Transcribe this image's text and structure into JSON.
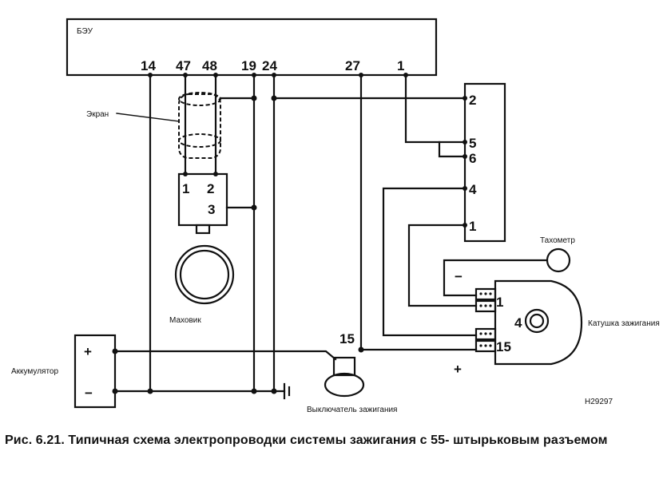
{
  "ecu": {
    "label": "БЭУ",
    "pins": [
      "14",
      "47",
      "48",
      "19",
      "24",
      "27",
      "1"
    ]
  },
  "connector": {
    "pins": [
      "2",
      "5",
      "6",
      "4",
      "1"
    ]
  },
  "sensor": {
    "pins": [
      "1",
      "2",
      "3"
    ]
  },
  "labels": {
    "screen": "Экран",
    "flywheel": "Маховик",
    "battery": "Аккумулятор",
    "tachometer": "Тахометр",
    "coil": "Катушка зажигания",
    "switch": "Выключатель зажигания",
    "ref": "H29297"
  },
  "battery": {
    "plus": "+",
    "minus": "−"
  },
  "coil": {
    "terminal_1": "1",
    "terminal_4": "4",
    "terminal_15": "15",
    "minus": "−",
    "plus": "+"
  },
  "switch": {
    "terminal": "15"
  },
  "caption": "Рис. 6.21. Типичная схема электропроводки системы зажигания с 55- штырьковым разъемом"
}
